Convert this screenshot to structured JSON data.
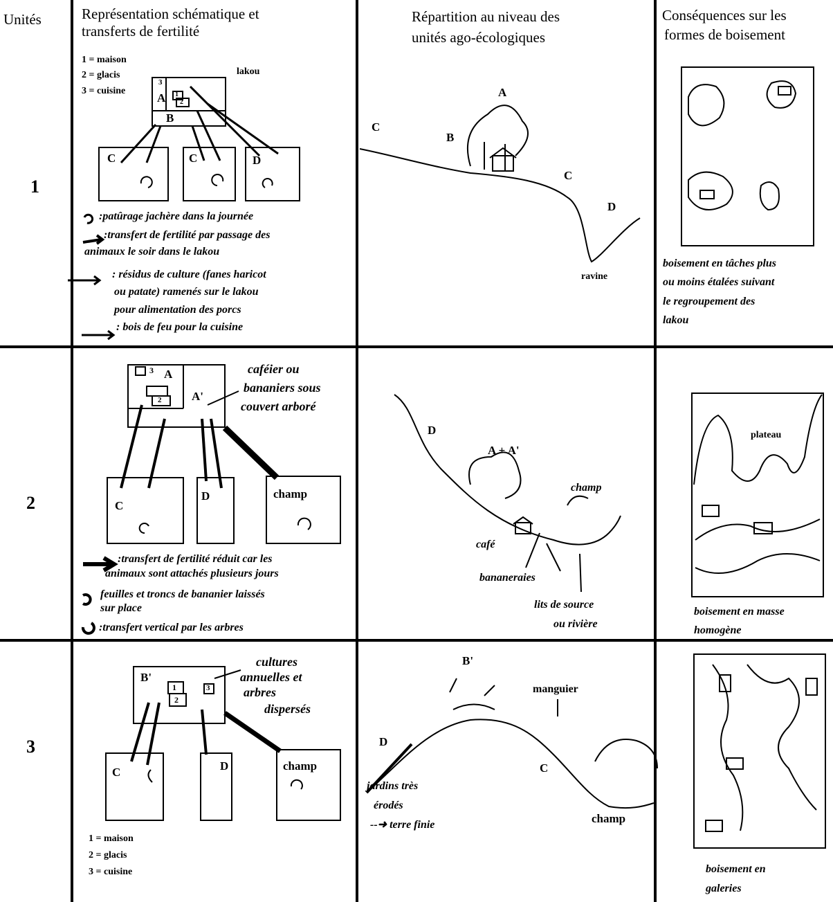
{
  "headers": {
    "units": "Unités",
    "schema": [
      "Représentation schématique et",
      "transferts de fertilité"
    ],
    "distribution": [
      "Répartition au niveau des",
      "unités ago-écologiques"
    ],
    "consequences": [
      "Conséquences sur les",
      "formes de boisement"
    ]
  },
  "rows": [
    {
      "unit": "1",
      "schema": {
        "key": [
          "1 = maison",
          "2 = glacis",
          "3 = cuisine"
        ],
        "lakou": "lakou",
        "labels": {
          "a": "A",
          "b": "B",
          "c1": "C",
          "c2": "C",
          "d": "D",
          "n1": "1",
          "n2": "2",
          "n3": "3"
        },
        "legend": [
          ":patûrage jachère dans la journée",
          ":transfert de fertilité par passage des",
          "animaux le soir dans le lakou",
          ": résidus de culture (fanes haricot",
          "ou patate) ramenés sur le lakou",
          "pour alimentation des porcs",
          ": bois de feu pour la cuisine"
        ]
      },
      "landscape": {
        "c1": "C",
        "b": "B",
        "a": "A",
        "c2": "C",
        "d": "D",
        "ravine": "ravine"
      },
      "forest": [
        "boisement en tâches plus",
        "ou moins étalées suivant",
        "le regroupement des",
        "lakou"
      ]
    },
    {
      "unit": "2",
      "schema": {
        "labels": {
          "a": "A",
          "a2": "A'",
          "n3": "3",
          "n2": "2",
          "c": "C",
          "d": "D",
          "champ": "champ"
        },
        "note": [
          "caféier ou",
          "bananiers sous",
          "couvert arboré"
        ],
        "legend": [
          ":transfert de fertilité réduit car les",
          "animaux sont attachés plusieurs jours",
          "feuilles et troncs de bananier laissés",
          "sur place",
          ":transfert vertical par les arbres"
        ]
      },
      "landscape": {
        "d": "D",
        "aa": "A + A'",
        "champ": "champ",
        "cafe": "café",
        "bananeraies": "bananeraies",
        "source": [
          "lits de source",
          "ou rivière"
        ]
      },
      "forest": {
        "plateau": "plateau",
        "caption": [
          "boisement en masse",
          "homogène"
        ]
      }
    },
    {
      "unit": "3",
      "schema": {
        "labels": {
          "b": "B'",
          "n1": "1",
          "n2": "2",
          "n3": "3",
          "c": "C",
          "d": "D",
          "champ": "champ"
        },
        "note": [
          "cultures",
          "annuelles et",
          "arbres",
          "dispersés"
        ],
        "key": [
          "1 = maison",
          "2 = glacis",
          "3 = cuisine"
        ]
      },
      "landscape": {
        "b": "B'",
        "manguier": "manguier",
        "d": "D",
        "c": "C",
        "jardins": [
          "jardins très",
          "érodés",
          "--➜ terre finie"
        ],
        "champ": "champ"
      },
      "forest": [
        "boisement en",
        "galeries"
      ]
    }
  ]
}
